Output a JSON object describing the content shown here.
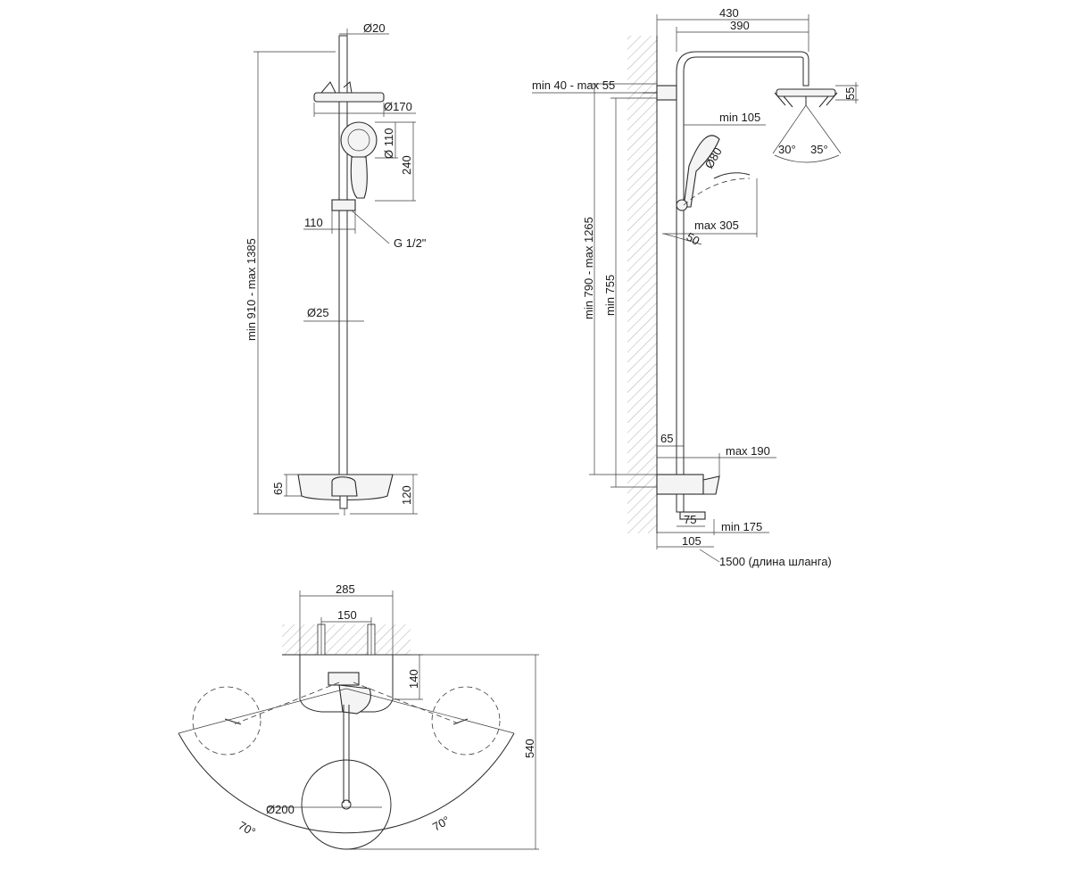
{
  "front_view": {
    "dim_pipe_top": "Ø20",
    "dim_head": "Ø170",
    "dim_hand_diam": "Ø 110",
    "dim_hand_length": "240",
    "dim_holder_offset": "110",
    "dim_thread": "G 1/2\"",
    "dim_rail": "Ø25",
    "dim_total_height": "min 910 - max 1385",
    "dim_mixer_height": "65",
    "dim_mixer_total": "120"
  },
  "side_view": {
    "dim_overall_width": "430",
    "dim_arm_width": "390",
    "dim_wall_bracket": "min 40 - max 55",
    "dim_head_height": "55",
    "dim_handshower_offset": "min 105",
    "dim_hand_diam": "Ø80",
    "angle_left": "30°",
    "angle_right": "35°",
    "dim_hose_reach": "max 305",
    "dim_holder_angle": "50",
    "dim_height_range": "min 790 - max 1265",
    "dim_min_height": "min 755",
    "dim_rail_offset": "65",
    "dim_mixer_depth": "max 190",
    "dim_spout": "75",
    "dim_spout_min": "min 175",
    "dim_spout_base": "105",
    "hose_length": "1500 (длина шланга)"
  },
  "top_view": {
    "dim_outer": "285",
    "dim_inner": "150",
    "dim_projection": "140",
    "dim_total_depth": "540",
    "dim_head_diam": "Ø200",
    "angle_left": "70°",
    "angle_right": "70°"
  }
}
